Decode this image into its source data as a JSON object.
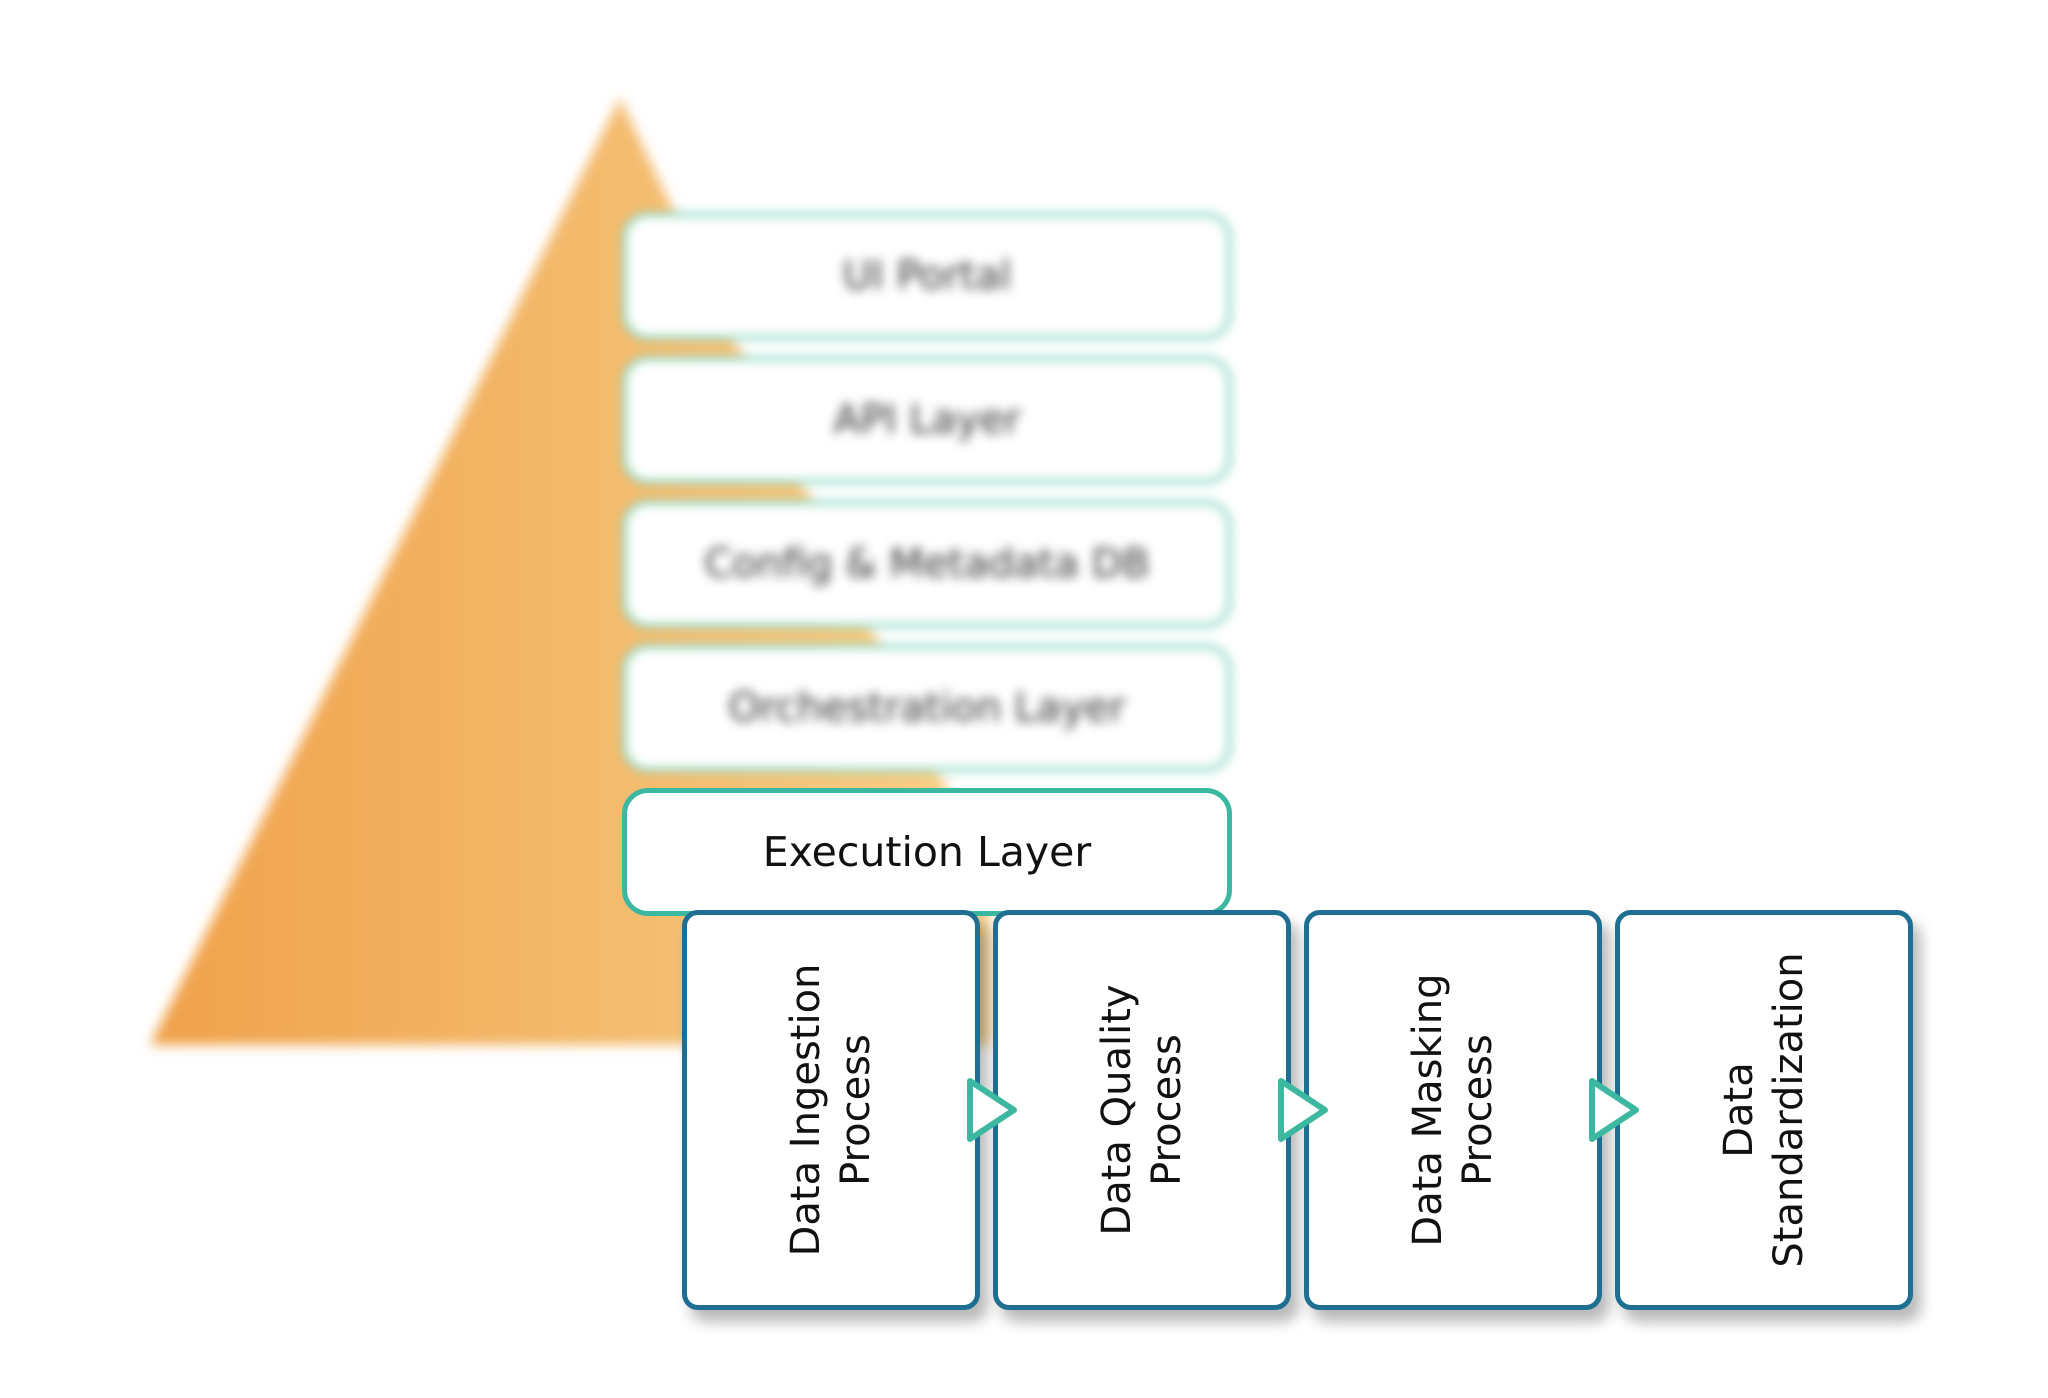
{
  "colors": {
    "pyramid_left": "#f2a64c",
    "pyramid_right": "#f5cf86",
    "layer_border_soft": "#8fd9c5",
    "layer_border_active": "#3cb8a0",
    "process_border": "#1f6f93",
    "arrow": "#3cb8a0"
  },
  "layers": [
    {
      "label": "UI Portal"
    },
    {
      "label": "API Layer"
    },
    {
      "label": "Config & Metadata DB"
    },
    {
      "label": "Orchestration Layer"
    },
    {
      "label": "Execution Layer"
    }
  ],
  "processes": [
    {
      "line1": "Data Ingestion",
      "line2": "Process"
    },
    {
      "line1": "Data Quality",
      "line2": "Process"
    },
    {
      "line1": "Data Masking",
      "line2": "Process"
    },
    {
      "line1": "Data",
      "line2": "Standardization"
    }
  ],
  "icons": [
    "play-arrow-icon",
    "play-arrow-icon",
    "play-arrow-icon"
  ]
}
